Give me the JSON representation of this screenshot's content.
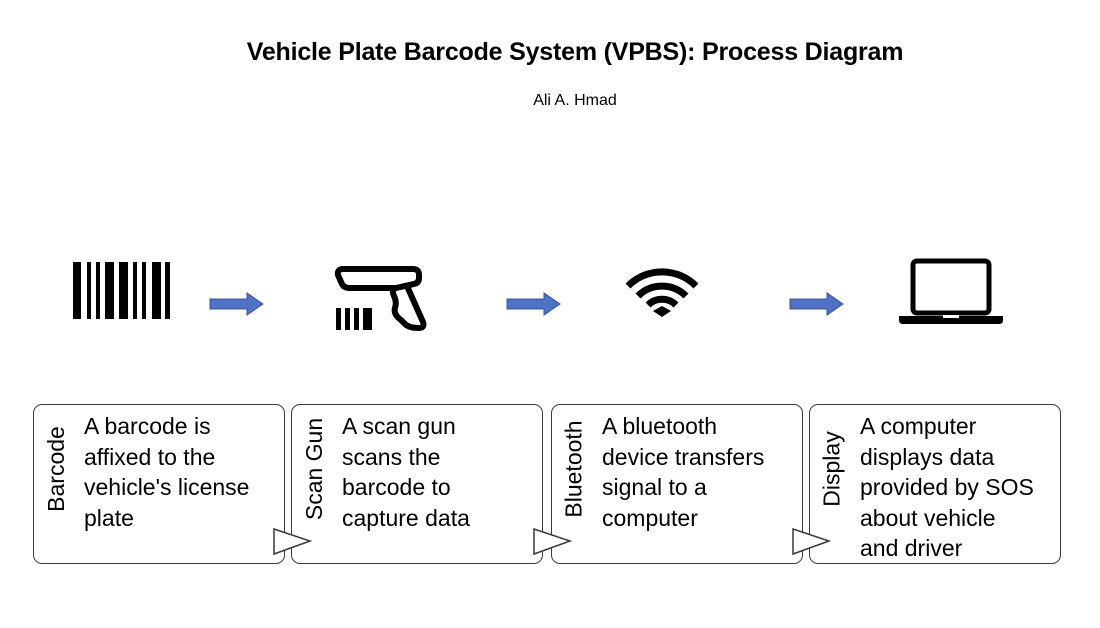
{
  "title": "Vehicle Plate Barcode System (VPBS): Process Diagram",
  "author": "Ali A. Hmad",
  "colors": {
    "arrow_fill": "#4f72c4",
    "arrow_stroke": "#3a5598",
    "box_border": "#3a3a3a",
    "icon": "#000000"
  },
  "steps": [
    {
      "label": "Barcode",
      "icon": "barcode-icon",
      "description_lines": [
        "A barcode is",
        "affixed to the",
        "vehicle's license",
        "plate"
      ]
    },
    {
      "label": "Scan Gun",
      "icon": "scan-gun-icon",
      "description_lines": [
        "A scan gun",
        "scans the",
        "barcode to",
        "capture data"
      ]
    },
    {
      "label": "Bluetooth",
      "icon": "wireless-signal-icon",
      "description_lines": [
        "A bluetooth",
        "device transfers",
        "signal to a",
        "computer"
      ]
    },
    {
      "label": "Display",
      "icon": "laptop-icon",
      "description_lines": [
        "A computer",
        "displays data",
        "provided by SOS",
        "about vehicle",
        "and driver"
      ]
    }
  ]
}
